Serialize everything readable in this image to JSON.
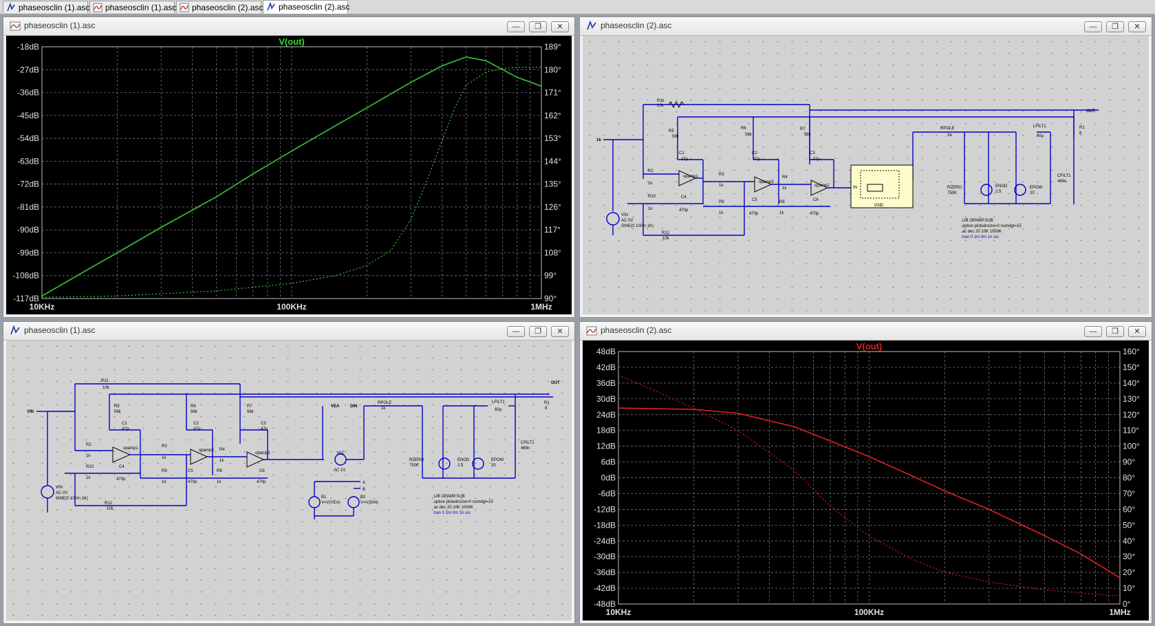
{
  "tabs": [
    {
      "label": "phaseosclin (1).asc",
      "icon": "schematic-icon"
    },
    {
      "label": "phaseosclin (1).asc",
      "icon": "waveform-icon"
    },
    {
      "label": "phaseosclin (2).asc",
      "icon": "waveform-icon"
    },
    {
      "label": "phaseosclin (2).asc",
      "icon": "schematic-icon",
      "active": true
    }
  ],
  "windows": {
    "top_left": {
      "title": "phaseosclin (1).asc",
      "icon": "waveform-icon"
    },
    "top_right": {
      "title": "phaseosclin (2).asc",
      "icon": "schematic-icon"
    },
    "bottom_left": {
      "title": "phaseosclin (1).asc",
      "icon": "schematic-icon"
    },
    "bottom_right": {
      "title": "phaseosclin (2).asc",
      "icon": "waveform-icon"
    }
  },
  "window_buttons": {
    "minimize": "—",
    "restore": "❐",
    "close": "✕"
  },
  "colors": {
    "plot_bg": "#000000",
    "grid": "#8a8a8a",
    "trace1": "#3cc43c",
    "trace2": "#e02020",
    "wire": "#0000c8",
    "schematic_bg": "#d2d2d2"
  },
  "chart_data": [
    {
      "type": "line",
      "title": "V(out)",
      "title_color": "#33dd33",
      "x": [
        "10KHz",
        "100KHz",
        "1MHz"
      ],
      "xscale": "log",
      "xlim": [
        10000,
        1000000
      ],
      "ylabels_left": [
        "-18dB",
        "-27dB",
        "-36dB",
        "-45dB",
        "-54dB",
        "-63dB",
        "-72dB",
        "-81dB",
        "-90dB",
        "-99dB",
        "-108dB",
        "-117dB"
      ],
      "ylabels_right": [
        "189°",
        "180°",
        "171°",
        "162°",
        "153°",
        "144°",
        "135°",
        "126°",
        "117°",
        "108°",
        "99°",
        "90°"
      ],
      "ylim_left": [
        -117,
        -18
      ],
      "ylim_right": [
        90,
        189
      ],
      "grid": true,
      "series": [
        {
          "label": "magnitude",
          "style": "solid",
          "x": [
            10000,
            15000,
            20000,
            30000,
            50000,
            70000,
            100000,
            150000,
            200000,
            300000,
            400000,
            500000,
            600000,
            700000,
            800000,
            1000000
          ],
          "y": [
            -116,
            -106,
            -99,
            -89,
            -77,
            -68,
            -59,
            -49,
            -42,
            -32,
            -25.5,
            -22,
            -23.5,
            -27,
            -30,
            -33.5
          ]
        },
        {
          "label": "phase",
          "style": "dotted",
          "x": [
            10000,
            20000,
            50000,
            100000,
            150000,
            200000,
            250000,
            300000,
            350000,
            400000,
            450000,
            500000,
            600000,
            700000,
            800000,
            1000000
          ],
          "y": [
            90.5,
            91,
            93,
            96,
            99,
            103,
            109,
            121,
            137,
            152,
            165,
            174,
            179,
            180.5,
            181,
            181
          ]
        }
      ]
    },
    {
      "type": "line",
      "title": "V(out)",
      "title_color": "#e02020",
      "x": [
        "10KHz",
        "100KHz",
        "1MHz"
      ],
      "xscale": "log",
      "xlim": [
        10000,
        1000000
      ],
      "ylabels_left": [
        "48dB",
        "42dB",
        "36dB",
        "30dB",
        "24dB",
        "18dB",
        "12dB",
        "6dB",
        "0dB",
        "-6dB",
        "-12dB",
        "-18dB",
        "-24dB",
        "-30dB",
        "-36dB",
        "-42dB",
        "-48dB"
      ],
      "ylabels_right": [
        "160°",
        "150°",
        "140°",
        "130°",
        "120°",
        "110°",
        "100°",
        "90°",
        "80°",
        "70°",
        "60°",
        "50°",
        "40°",
        "30°",
        "20°",
        "10°",
        "0°"
      ],
      "ylim_left": [
        -48,
        48
      ],
      "ylim_right": [
        0,
        160
      ],
      "grid": true,
      "series": [
        {
          "label": "magnitude",
          "style": "solid",
          "x": [
            10000,
            20000,
            30000,
            50000,
            70000,
            100000,
            150000,
            200000,
            300000,
            500000,
            700000,
            1000000
          ],
          "y": [
            26.5,
            26,
            24.5,
            19.5,
            14,
            8,
            0.5,
            -5,
            -12,
            -22,
            -29,
            -38
          ]
        },
        {
          "label": "phase",
          "style": "dotted",
          "x": [
            10000,
            15000,
            20000,
            30000,
            50000,
            70000,
            100000,
            150000,
            200000,
            300000,
            500000,
            700000,
            1000000
          ],
          "y": [
            145,
            133,
            124,
            110,
            85,
            62,
            43,
            28,
            20,
            14,
            9,
            7,
            5
          ]
        }
      ]
    }
  ],
  "schematic": {
    "components": [
      "R11",
      "10k",
      "R5",
      "56k",
      "R6",
      "56k",
      "R7",
      "56k",
      "C1",
      "47p",
      "C2",
      "47p",
      "C3",
      "47p",
      "R2",
      "1k",
      "R3",
      "1k",
      "R4",
      "1k",
      "R10",
      "1k",
      "R9",
      "1k",
      "R8",
      "1k",
      "C4",
      "470p",
      "C5",
      "470p",
      "C6",
      "470p",
      "R12",
      "10k",
      "opamp1",
      "opamp3",
      "opamp2",
      "VIN",
      "AC 0V",
      "SINE(0 100m 1K)",
      "RPOLE",
      "1k",
      "LFILT1",
      "60µ",
      "R1",
      "8",
      "RZERO",
      "750K",
      "ENOD",
      "2.5",
      "EPOW",
      "20",
      "CFILT1",
      "469n",
      "OUT",
      "GND",
      "IN"
    ],
    "directives": [
      ".LIB OPAMP.SUB",
      ".option plotwinsize=0 numdgt=15",
      ".ac dec 20 10K 1000K",
      ".tran 0 1m 0m 1n uic"
    ],
    "bottom_extra": [
      "VEA",
      "DIN",
      "VAC",
      "AC 1V",
      "B1",
      "V=V(VEA)",
      "B2",
      "V=V(DIN)",
      "A",
      "B"
    ]
  }
}
